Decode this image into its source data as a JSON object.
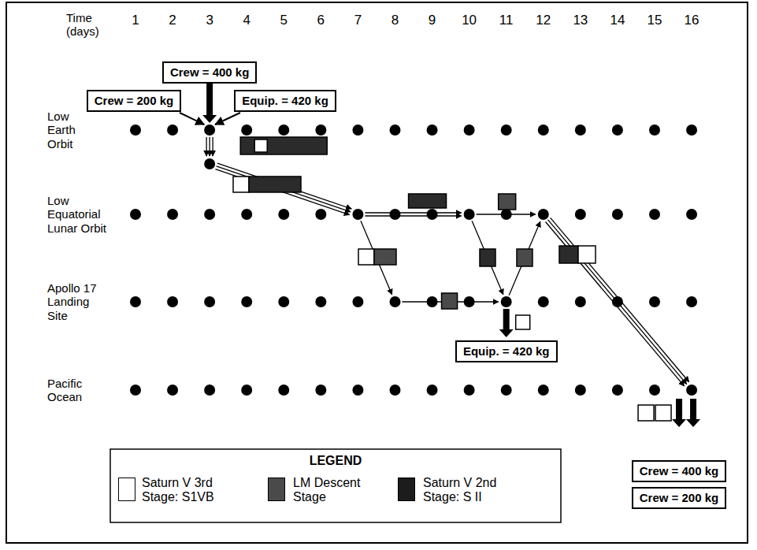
{
  "diagram": {
    "nodes": [
      {
        "text": [
          "Crew = 400 kg"
        ]
      },
      {
        "text": [
          "Crew = 200 kg"
        ]
      },
      {
        "text": [
          "Equip. = 420 kg"
        ]
      },
      {
        "text": [
          "Equip. = 420 kg"
        ]
      },
      {
        "text": [
          "Crew = 400 kg"
        ]
      },
      {
        "text": [
          "Crew = 200 kg"
        ]
      }
    ],
    "labels": [
      "Time (days)",
      "1",
      "2",
      "3",
      "4",
      "5",
      "6",
      "7",
      "8",
      "9",
      "10",
      "11",
      "12",
      "13",
      "14",
      "15",
      "16",
      "Low Earth Orbit",
      "Low Equatorial Lunar Orbit",
      "Apollo 17 Landing Site",
      "Pacific Ocean",
      "LEGEND"
    ],
    "legend": [
      {
        "text": "Saturn V 3rd Stage: S1VB",
        "color": "#ffffff"
      },
      {
        "text": "LM Descent Stage",
        "color": "#4a4a4a"
      },
      {
        "text": "Saturn V 2nd Stage: S II",
        "color": "#1c1c1c"
      }
    ]
  }
}
